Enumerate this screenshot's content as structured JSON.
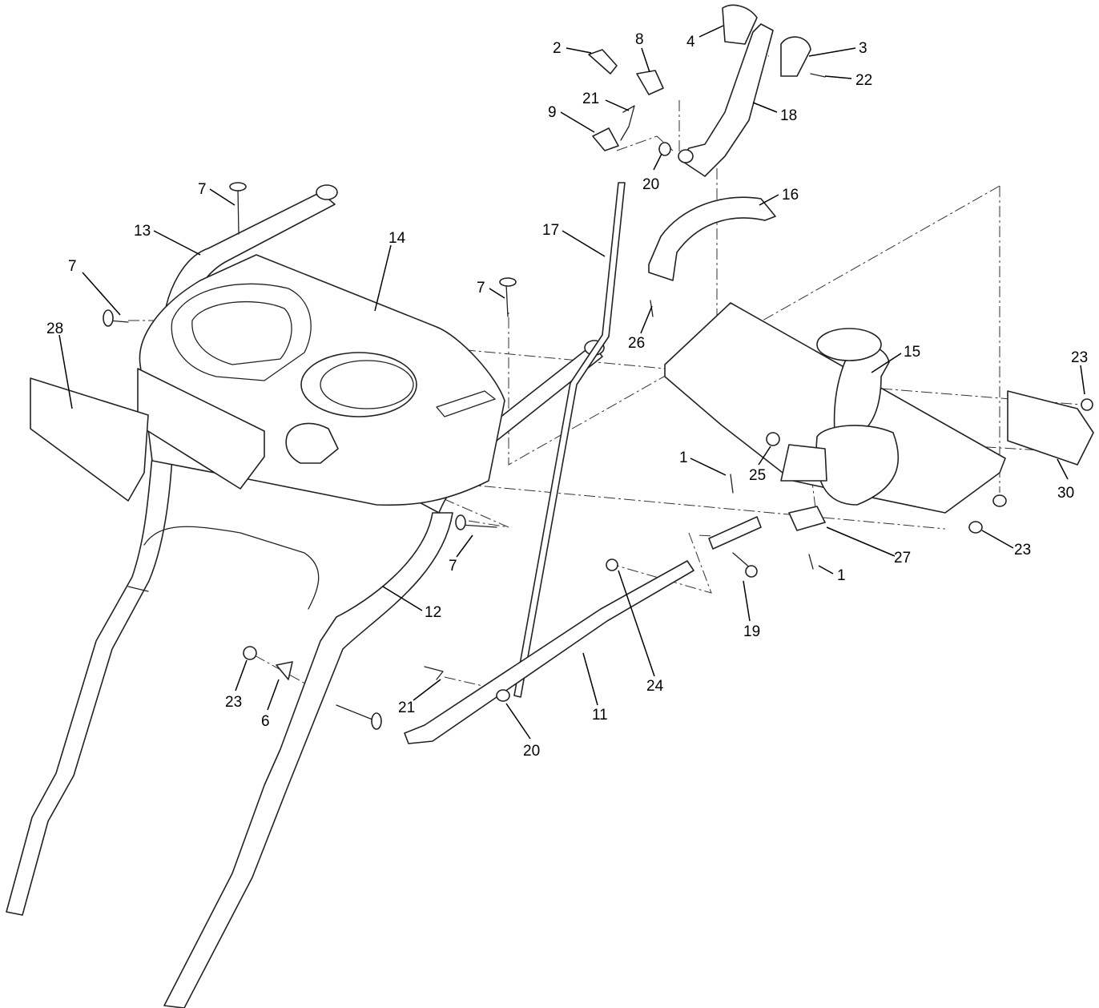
{
  "diagram": {
    "callouts": [
      {
        "id": "c2",
        "label": "2"
      },
      {
        "id": "c8",
        "label": "8"
      },
      {
        "id": "c4",
        "label": "4"
      },
      {
        "id": "c3",
        "label": "3"
      },
      {
        "id": "c22",
        "label": "22"
      },
      {
        "id": "c21a",
        "label": "21"
      },
      {
        "id": "c9",
        "label": "9"
      },
      {
        "id": "c18",
        "label": "18"
      },
      {
        "id": "c20a",
        "label": "20"
      },
      {
        "id": "c7a",
        "label": "7"
      },
      {
        "id": "c16",
        "label": "16"
      },
      {
        "id": "c13",
        "label": "13"
      },
      {
        "id": "c17",
        "label": "17"
      },
      {
        "id": "c14",
        "label": "14"
      },
      {
        "id": "c7b",
        "label": "7"
      },
      {
        "id": "c7c",
        "label": "7"
      },
      {
        "id": "c26",
        "label": "26"
      },
      {
        "id": "c28",
        "label": "28"
      },
      {
        "id": "c15",
        "label": "15"
      },
      {
        "id": "c23a",
        "label": "23"
      },
      {
        "id": "c1a",
        "label": "1"
      },
      {
        "id": "c25",
        "label": "25"
      },
      {
        "id": "c30",
        "label": "30"
      },
      {
        "id": "c7d",
        "label": "7"
      },
      {
        "id": "c23b",
        "label": "23"
      },
      {
        "id": "c27",
        "label": "27"
      },
      {
        "id": "c1b",
        "label": "1"
      },
      {
        "id": "c12",
        "label": "12"
      },
      {
        "id": "c19",
        "label": "19"
      },
      {
        "id": "c24",
        "label": "24"
      },
      {
        "id": "c23c",
        "label": "23"
      },
      {
        "id": "c6",
        "label": "6"
      },
      {
        "id": "c21b",
        "label": "21"
      },
      {
        "id": "c11",
        "label": "11"
      },
      {
        "id": "c20b",
        "label": "20"
      }
    ]
  }
}
